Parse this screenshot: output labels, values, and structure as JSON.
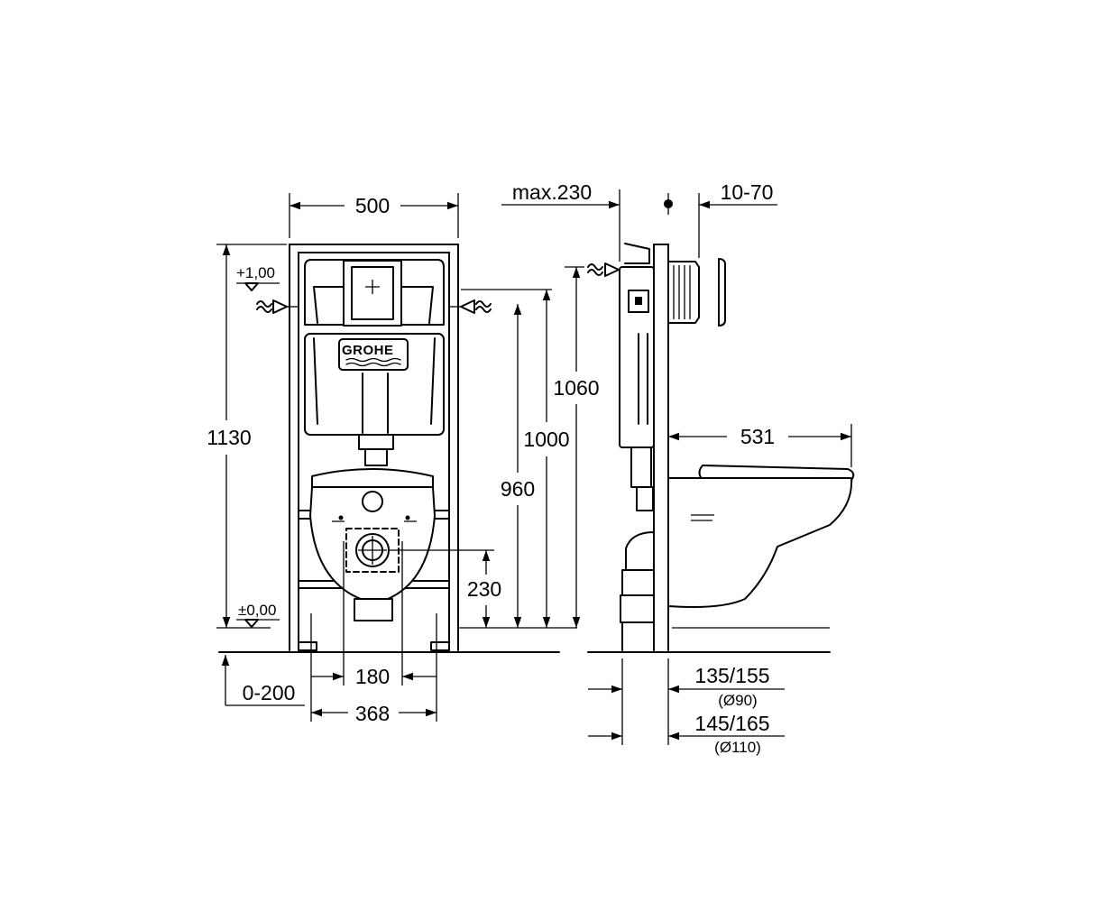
{
  "brand": "GROHE",
  "front_view": {
    "width_top": "500",
    "height_total": "1130",
    "level_top": "+1,00",
    "level_floor": "±0,00",
    "height_1060": "1060",
    "height_1000": "1000",
    "height_960": "960",
    "height_230": "230",
    "spacing_180": "180",
    "width_368": "368",
    "floor_range": "0-200"
  },
  "side_view": {
    "max_depth": "max.230",
    "wall_range": "10-70",
    "projection": "531",
    "outlet_a": "135/155",
    "outlet_a_diam": "(Ø90)",
    "outlet_b": "145/165",
    "outlet_b_diam": "(Ø110)"
  }
}
